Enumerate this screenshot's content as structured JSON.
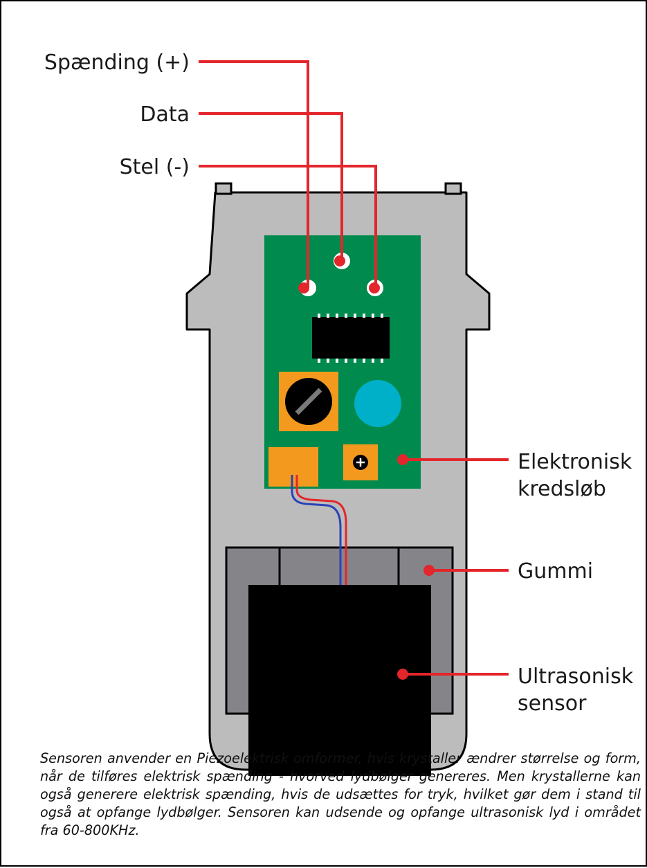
{
  "labels": {
    "voltage": "Spænding (+)",
    "data": "Data",
    "ground": "Stel (-)",
    "circuit_line1": "Elektronisk",
    "circuit_line2": "kredsløb",
    "rubber": "Gummi",
    "sensor_line1": "Ultrasonisk",
    "sensor_line2": "sensor"
  },
  "caption": "Sensoren anvender en Piezoelektrisk omformer, hvis krystaller ændrer størrelse og form, når de tilføres elektrisk spænding - hvorved lydbølger genereres. Men krystallerne kan også generere elektrisk spænding, hvis de udsættes for tryk, hvilket gør dem i stand til også at opfange lydbølger. Sensoren kan udsende og opfange ultrasonisk lyd i området fra 60-800KHz.",
  "colors": {
    "leader": "#e3262c",
    "housing": "#bcbcbc",
    "pcb": "#008a4d",
    "component_orange": "#f39a1e",
    "capacitor": "#00b0c8",
    "rubber": "#858589",
    "sensor": "#000000"
  }
}
